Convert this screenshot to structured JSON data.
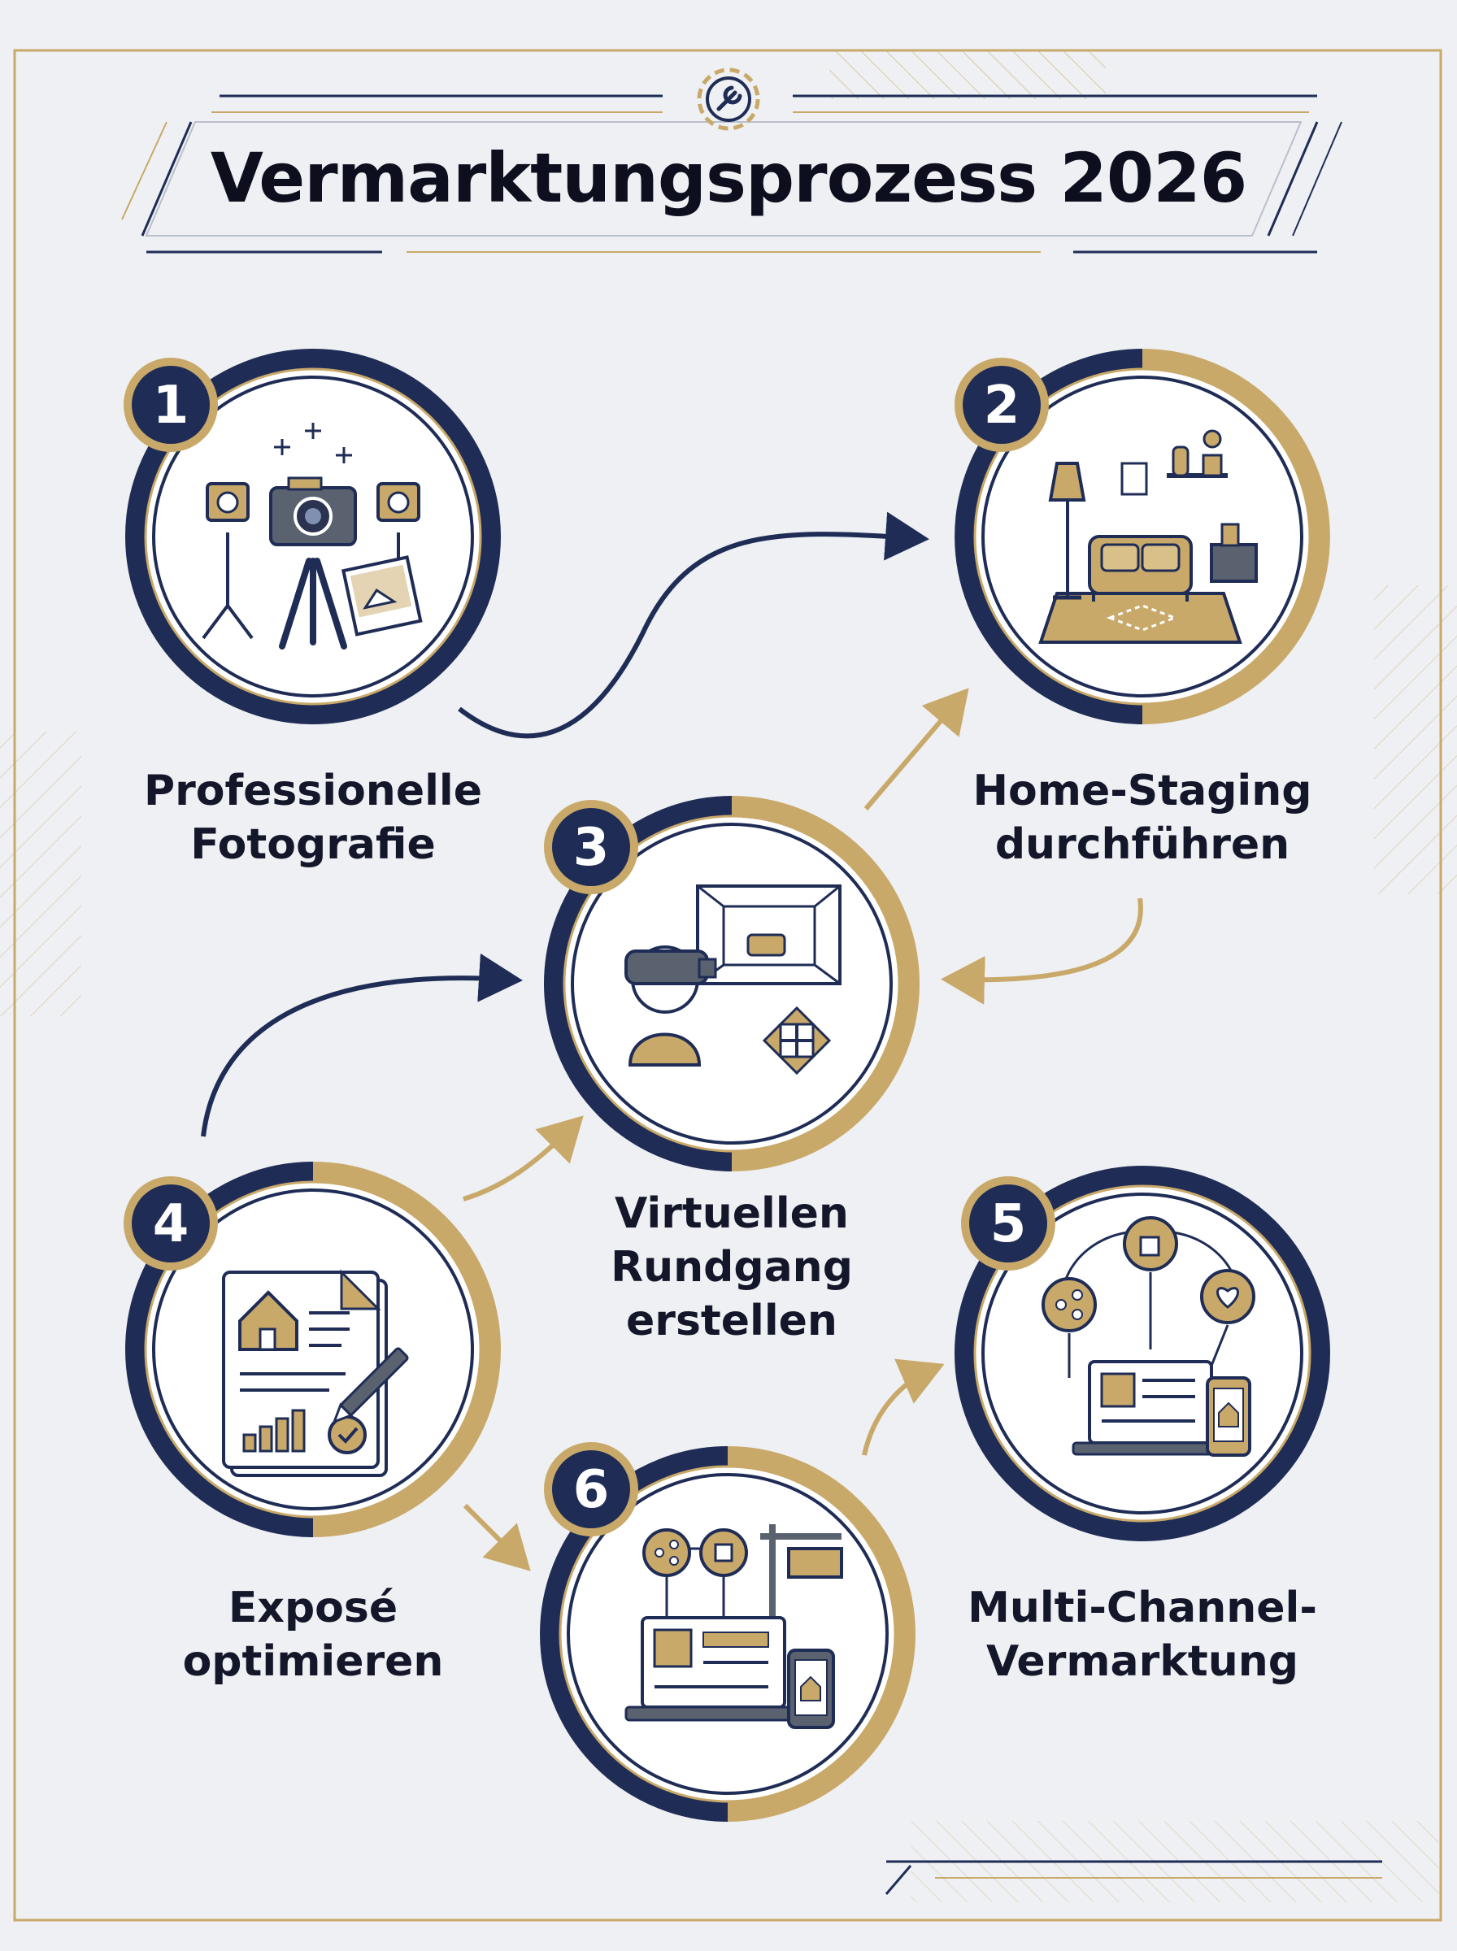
{
  "title": "Vermarktungsprozess 2026",
  "colors": {
    "navy": "#1f2d56",
    "gold": "#c9a96a",
    "background": "#eef0f3"
  },
  "header_icon": "gear-wrench-icon",
  "steps": [
    {
      "number": "1",
      "label_lines": [
        "Professionelle",
        "Fotografie"
      ],
      "icon": "photo-studio-icon"
    },
    {
      "number": "2",
      "label_lines": [
        "Home-Staging",
        "durchführen"
      ],
      "icon": "living-room-icon"
    },
    {
      "number": "3",
      "label_lines": [
        "Virtuellen",
        "Rundgang",
        "erstellen"
      ],
      "icon": "vr-tour-icon"
    },
    {
      "number": "4",
      "label_lines": [
        "Exposé",
        "optimieren"
      ],
      "icon": "document-icon"
    },
    {
      "number": "5",
      "label_lines": [
        "Multi-Channel-",
        "Vermarktung"
      ],
      "icon": "multi-channel-icon"
    },
    {
      "number": "6",
      "label_lines": [],
      "icon": "marketing-devices-icon"
    }
  ]
}
